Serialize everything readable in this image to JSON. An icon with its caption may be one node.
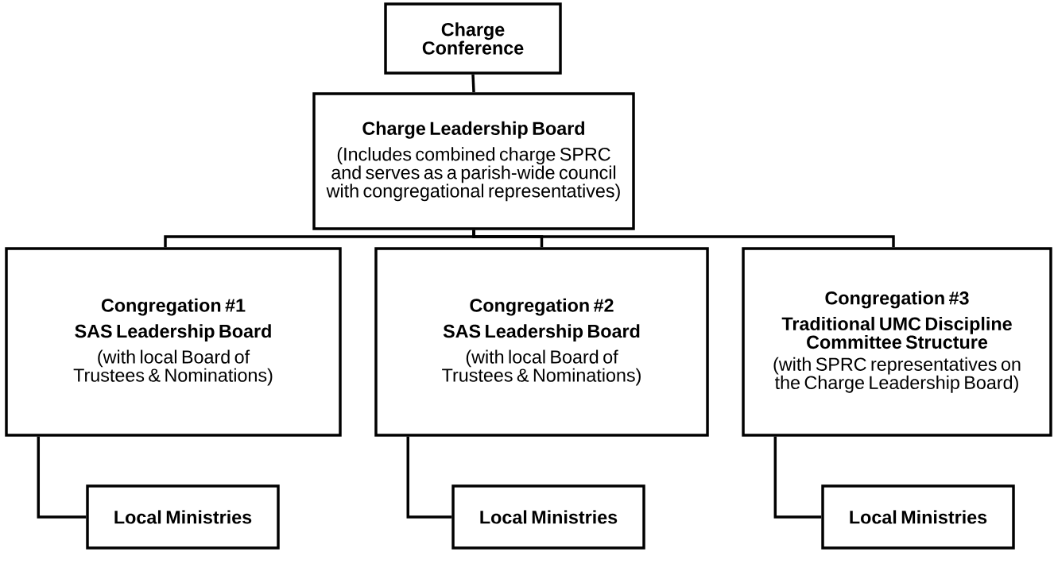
{
  "diagram": {
    "nodes": [
      {
        "text": [
          "Charge Conference"
        ]
      },
      {
        "text": [
          "Charge Leadership Board",
          "(Includes combined charge SPRC and serves as a parish-wide council with congregational representatives)"
        ]
      },
      {
        "text": [
          "Congregation #1",
          "SAS Leadership Board",
          "(with local Board of Trustees & Nominations)"
        ]
      },
      {
        "text": [
          "Congregation #2",
          "SAS Leadership Board",
          "(with local Board of Trustees & Nominations)"
        ]
      },
      {
        "text": [
          "Congregation #3",
          "Traditional UMC Discipline Committee Structure",
          "(with SPRC representatives on the Charge Leadership Board)"
        ]
      },
      {
        "text": [
          "Local Ministries"
        ]
      },
      {
        "text": [
          "Local Ministries"
        ]
      },
      {
        "text": [
          "Local Ministries"
        ]
      }
    ],
    "edges": [
      {
        "from": 0,
        "to": 1,
        "arrow": "none"
      },
      {
        "from": 1,
        "to": 2,
        "arrow": "none"
      },
      {
        "from": 1,
        "to": 3,
        "arrow": "none"
      },
      {
        "from": 1,
        "to": 4,
        "arrow": "none"
      },
      {
        "from": 2,
        "to": 5,
        "arrow": "none"
      },
      {
        "from": 3,
        "to": 6,
        "arrow": "none"
      },
      {
        "from": 4,
        "to": 7,
        "arrow": "none"
      }
    ]
  }
}
